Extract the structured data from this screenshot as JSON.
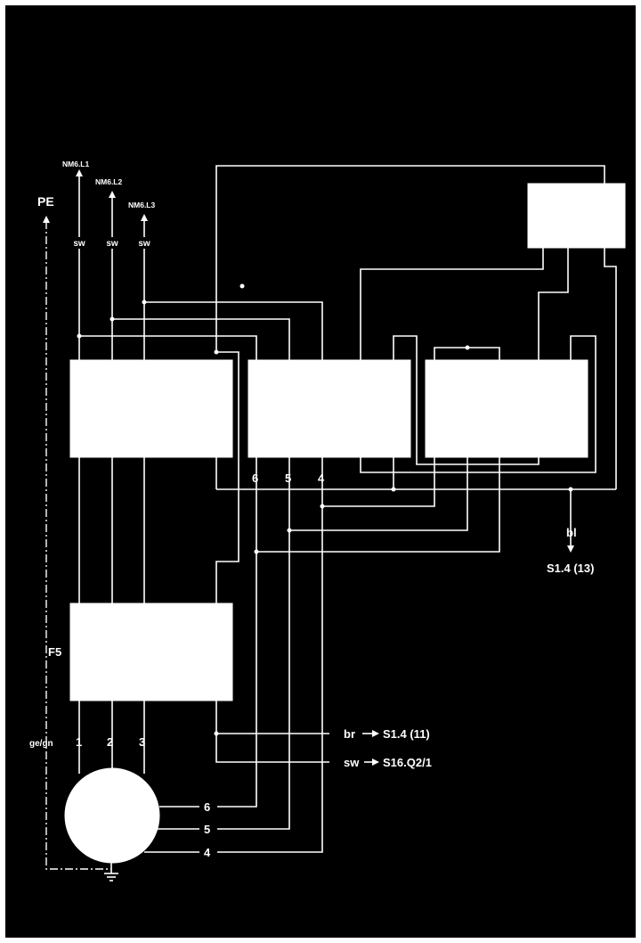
{
  "colors": {
    "background": "#000000",
    "border": "#ffffff",
    "lines": "#ffffff"
  },
  "labels": {
    "pe": "PE",
    "nm_l1": "NM6.L1",
    "nm_l2": "NM6.L2",
    "nm_l3": "NM6.L3",
    "sw": "sw",
    "f5": "F5",
    "gegn": "ge/gn",
    "t1": "1",
    "t2": "2",
    "t3": "3",
    "t6": "6",
    "t5": "5",
    "t4": "4",
    "bl": "bl",
    "s14_13": "S1.4 (13)",
    "br": "br",
    "s14_11": "S1.4 (11)",
    "sw2": "sw",
    "s16": "S16.Q2/1"
  }
}
